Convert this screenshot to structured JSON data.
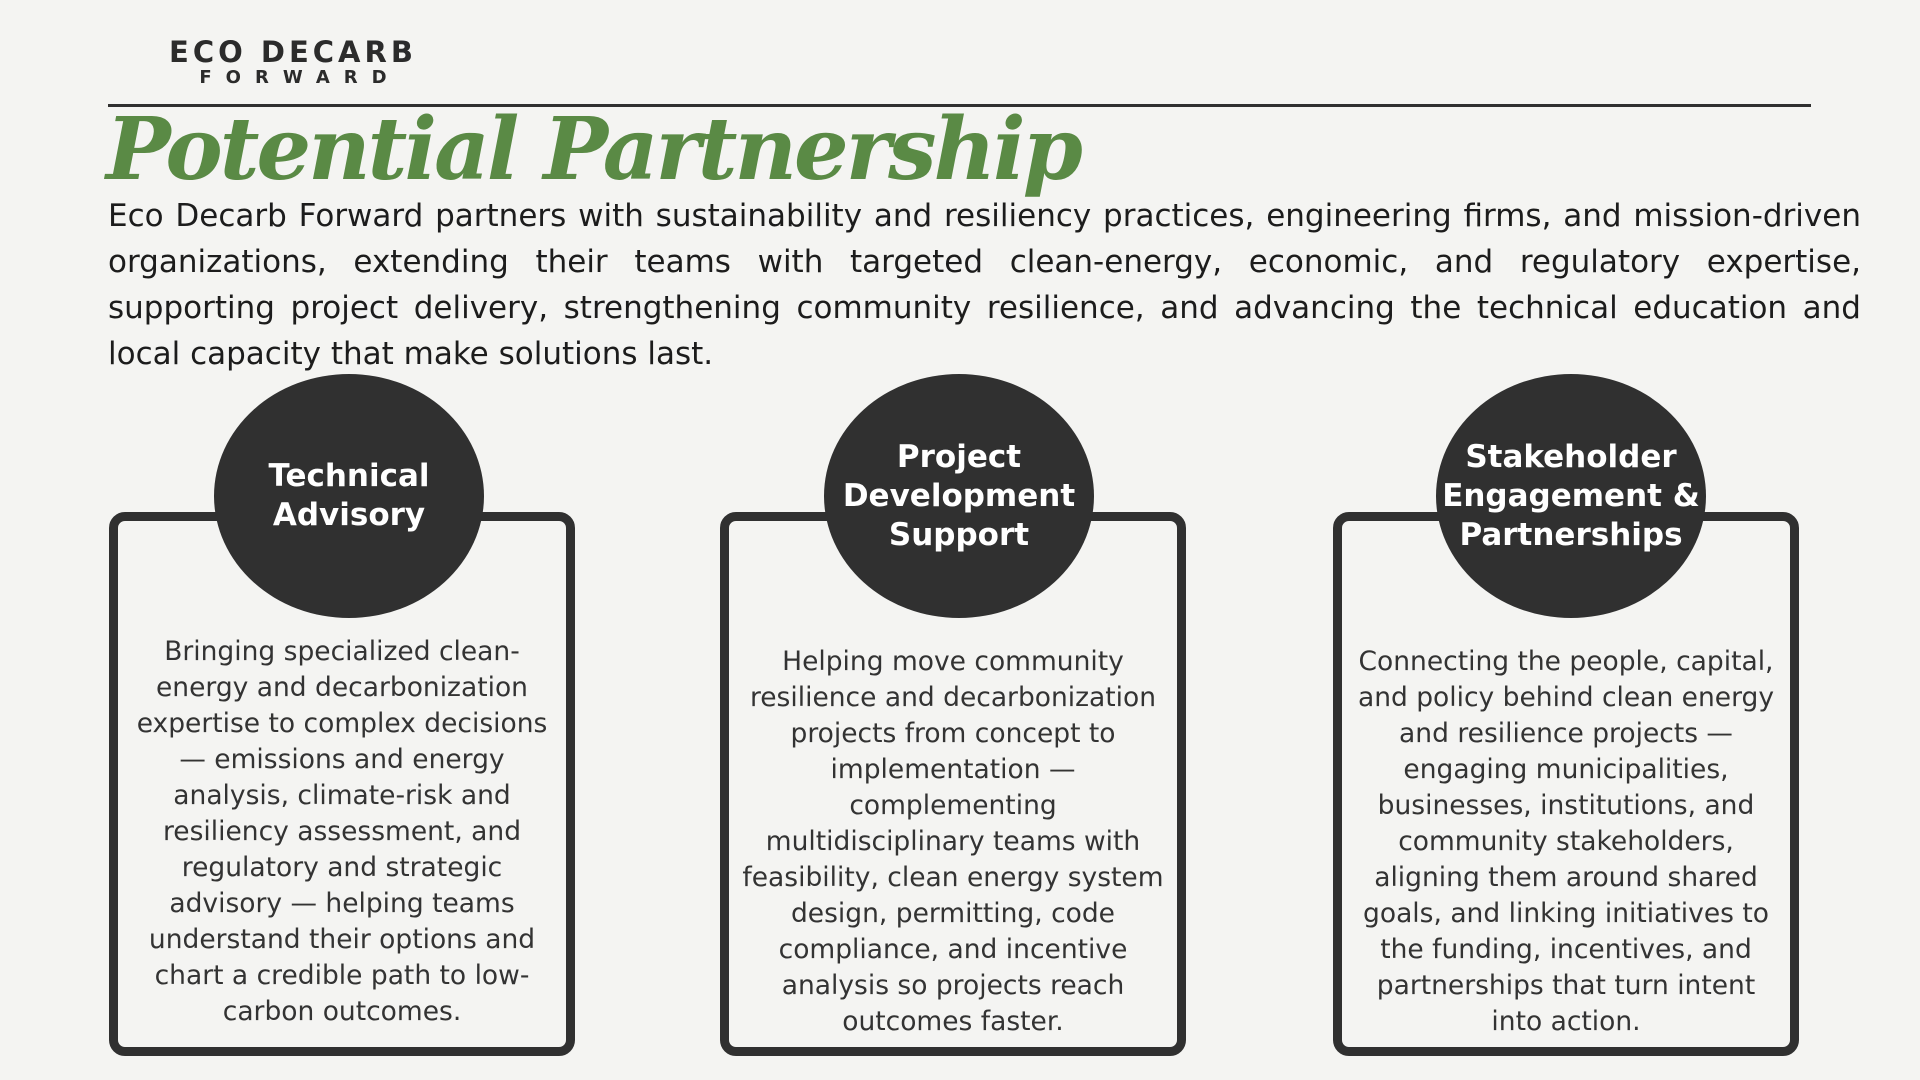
{
  "colors": {
    "background": "#f4f4f2",
    "title_green": "#5a8a45",
    "dark": "#303030",
    "text": "#1c1c1c",
    "bubble_text": "#ffffff"
  },
  "brand": {
    "line1": "ECO DECARB",
    "line2": "FORWARD"
  },
  "title": "Potential Partnership",
  "intro": "Eco Decarb Forward partners with sustainability and resiliency practices, engineering firms, and mission-driven organizations, extending their teams with targeted clean-energy, economic, and regulatory expertise, supporting project delivery, strengthening community resilience, and advancing the technical education and local capacity that make solutions last.",
  "cards": [
    {
      "heading": "Technical Advisory",
      "body": "Bringing specialized clean-energy and decarbonization expertise to complex decisions — emissions and energy analysis, climate-risk and resiliency assessment, and regulatory and strategic advisory — helping teams understand their options and chart a credible path to low-carbon outcomes."
    },
    {
      "heading": "Project Development Support",
      "body": "Helping move community resilience and decarbonization projects from concept to implementation — complementing multidisciplinary teams with feasibility, clean energy system design, permitting, code compliance, and incentive analysis so projects reach outcomes faster."
    },
    {
      "heading": "Stakeholder Engagement & Partnerships",
      "body": "Connecting the people, capital, and policy behind clean energy and resilience projects — engaging municipalities, businesses, institutions, and community stakeholders, aligning them around shared goals, and linking initiatives to the funding, incentives, and partnerships that turn intent into action."
    }
  ]
}
